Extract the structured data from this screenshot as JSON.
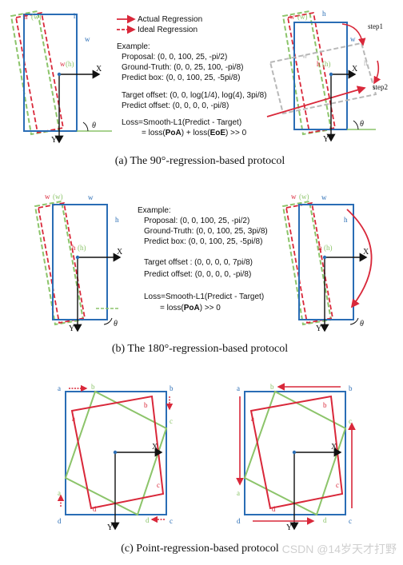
{
  "colors": {
    "blue": "#2a6db5",
    "green": "#8cc46a",
    "red": "#d9283a",
    "gray": "#b8b8b8"
  },
  "legend": {
    "actual": "Actual Regression",
    "ideal": "Ideal Regression"
  },
  "panel_a": {
    "caption": "(a)  The 90°-regression-based protocol",
    "example_label": "Example:",
    "proposal": "Proposal: (0, 0, 100, 25, -pi/2)",
    "ground_truth": "Ground-Truth: (0, 0, 25, 100, -pi/8)",
    "predict_box": "Predict box: (0, 0, 100, 25, -5pi/8)",
    "target_offset": "Target offset: (0, 0, log(1/4), log(4), 3pi/8)",
    "predict_offset": "Predict offset: (0, 0, 0, 0, -pi/8)",
    "loss_line1": "Loss=Smooth-L1(Predict - Target)",
    "loss_line2_pre": "= loss(",
    "loss_poa": "PoA",
    "loss_line2_mid": ") + loss(",
    "loss_eoe": "EoE",
    "loss_line2_post": ") >> 0",
    "labels": {
      "h_w": "h",
      "w_paren": "(w)",
      "h_top_right": "h",
      "w_side": "w",
      "w_h": "w",
      "h_paren": "(h)",
      "x": "X",
      "y": "Y",
      "theta": "θ",
      "step1": "step1",
      "step2": "step2",
      "w_gray": "w",
      "h_gray": "h"
    }
  },
  "panel_b": {
    "caption": "(b)  The 180°-regression-based protocol",
    "example_label": "Example:",
    "proposal": "Proposal: (0, 0, 100, 25, -pi/2)",
    "ground_truth": "Ground-Truth: (0, 0, 100, 25, 3pi/8)",
    "predict_box": "Predict box: (0, 0, 100, 25, -5pi/8)",
    "target_offset": "Target offset : (0, 0, 0, 0, 7pi/8)",
    "predict_offset": "Predict offset: (0, 0, 0, 0, -pi/8)",
    "loss_line1": "Loss=Smooth-L1(Predict - Target)",
    "loss_line2_pre": "= loss(",
    "loss_poa": "PoA",
    "loss_line2_post": ") >> 0",
    "labels": {
      "w": "w",
      "w_paren": "(w)",
      "h_side": "h",
      "h": "h",
      "h_paren": "(h)",
      "x": "X",
      "y": "Y",
      "theta": "θ"
    }
  },
  "panel_c": {
    "caption": "(c)  Point-regression-based protocol",
    "labels": {
      "a": "a",
      "b": "b",
      "c": "c",
      "d": "d",
      "x": "X",
      "y": "Y"
    }
  },
  "watermark": "CSDN @14岁天才打野"
}
